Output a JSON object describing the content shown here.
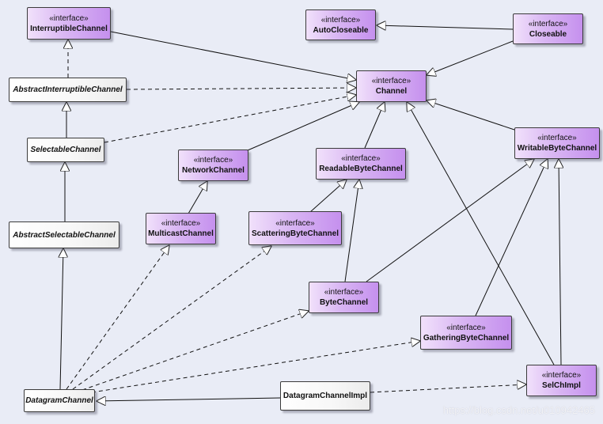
{
  "nodes": [
    {
      "id": "InterruptibleChannel",
      "stereotype": "«interface»",
      "name": "InterruptibleChannel",
      "kind": "interface",
      "abstract": false
    },
    {
      "id": "AutoCloseable",
      "stereotype": "«interface»",
      "name": "AutoCloseable",
      "kind": "interface",
      "abstract": false
    },
    {
      "id": "Closeable",
      "stereotype": "«interface»",
      "name": "Closeable",
      "kind": "interface",
      "abstract": false
    },
    {
      "id": "Channel",
      "stereotype": "«interface»",
      "name": "Channel",
      "kind": "interface",
      "abstract": false
    },
    {
      "id": "AbstractInterruptibleChannel",
      "stereotype": "",
      "name": "AbstractInterruptibleChannel",
      "kind": "class",
      "abstract": true
    },
    {
      "id": "SelectableChannel",
      "stereotype": "",
      "name": "SelectableChannel",
      "kind": "class",
      "abstract": true
    },
    {
      "id": "NetworkChannel",
      "stereotype": "«interface»",
      "name": "NetworkChannel",
      "kind": "interface",
      "abstract": false
    },
    {
      "id": "ReadableByteChannel",
      "stereotype": "«interface»",
      "name": "ReadableByteChannel",
      "kind": "interface",
      "abstract": false
    },
    {
      "id": "WritableByteChannel",
      "stereotype": "«interface»",
      "name": "WritableByteChannel",
      "kind": "interface",
      "abstract": false
    },
    {
      "id": "AbstractSelectableChannel",
      "stereotype": "",
      "name": "AbstractSelectableChannel",
      "kind": "class",
      "abstract": true
    },
    {
      "id": "MulticastChannel",
      "stereotype": "«interface»",
      "name": "MulticastChannel",
      "kind": "interface",
      "abstract": false
    },
    {
      "id": "ScatteringByteChannel",
      "stereotype": "«interface»",
      "name": "ScatteringByteChannel",
      "kind": "interface",
      "abstract": false
    },
    {
      "id": "ByteChannel",
      "stereotype": "«interface»",
      "name": "ByteChannel",
      "kind": "interface",
      "abstract": false
    },
    {
      "id": "GatheringByteChannel",
      "stereotype": "«interface»",
      "name": "GatheringByteChannel",
      "kind": "interface",
      "abstract": false
    },
    {
      "id": "SelChImpl",
      "stereotype": "«interface»",
      "name": "SelChImpl",
      "kind": "interface",
      "abstract": false
    },
    {
      "id": "DatagramChannel",
      "stereotype": "",
      "name": "DatagramChannel",
      "kind": "class",
      "abstract": true
    },
    {
      "id": "DatagramChannelImpl",
      "stereotype": "",
      "name": "DatagramChannelImpl",
      "kind": "class",
      "abstract": false
    }
  ],
  "edges": [
    {
      "from": "Closeable",
      "to": "AutoCloseable",
      "style": "extends"
    },
    {
      "from": "Closeable",
      "to": "Channel",
      "style": "extends"
    },
    {
      "from": "InterruptibleChannel",
      "to": "Channel",
      "style": "extends"
    },
    {
      "from": "AbstractInterruptibleChannel",
      "to": "InterruptibleChannel",
      "style": "implements"
    },
    {
      "from": "AbstractInterruptibleChannel",
      "to": "Channel",
      "style": "implements"
    },
    {
      "from": "SelectableChannel",
      "to": "AbstractInterruptibleChannel",
      "style": "extends"
    },
    {
      "from": "SelectableChannel",
      "to": "Channel",
      "style": "implements"
    },
    {
      "from": "AbstractSelectableChannel",
      "to": "SelectableChannel",
      "style": "extends"
    },
    {
      "from": "NetworkChannel",
      "to": "Channel",
      "style": "extends"
    },
    {
      "from": "ReadableByteChannel",
      "to": "Channel",
      "style": "extends"
    },
    {
      "from": "WritableByteChannel",
      "to": "Channel",
      "style": "extends"
    },
    {
      "from": "MulticastChannel",
      "to": "NetworkChannel",
      "style": "extends"
    },
    {
      "from": "ScatteringByteChannel",
      "to": "ReadableByteChannel",
      "style": "extends"
    },
    {
      "from": "ByteChannel",
      "to": "ReadableByteChannel",
      "style": "extends"
    },
    {
      "from": "ByteChannel",
      "to": "WritableByteChannel",
      "style": "extends"
    },
    {
      "from": "GatheringByteChannel",
      "to": "WritableByteChannel",
      "style": "extends"
    },
    {
      "from": "SelChImpl",
      "to": "WritableByteChannel",
      "style": "extends"
    },
    {
      "from": "SelChImpl",
      "to": "Channel",
      "style": "extends"
    },
    {
      "from": "DatagramChannel",
      "to": "AbstractSelectableChannel",
      "style": "extends"
    },
    {
      "from": "DatagramChannel",
      "to": "MulticastChannel",
      "style": "implements"
    },
    {
      "from": "DatagramChannel",
      "to": "ScatteringByteChannel",
      "style": "implements"
    },
    {
      "from": "DatagramChannel",
      "to": "ByteChannel",
      "style": "implements"
    },
    {
      "from": "DatagramChannel",
      "to": "GatheringByteChannel",
      "style": "implements"
    },
    {
      "from": "DatagramChannelImpl",
      "to": "DatagramChannel",
      "style": "extends"
    },
    {
      "from": "DatagramChannelImpl",
      "to": "SelChImpl",
      "style": "implements"
    }
  ],
  "watermark": "https://blog.csdn.net/u010942465"
}
